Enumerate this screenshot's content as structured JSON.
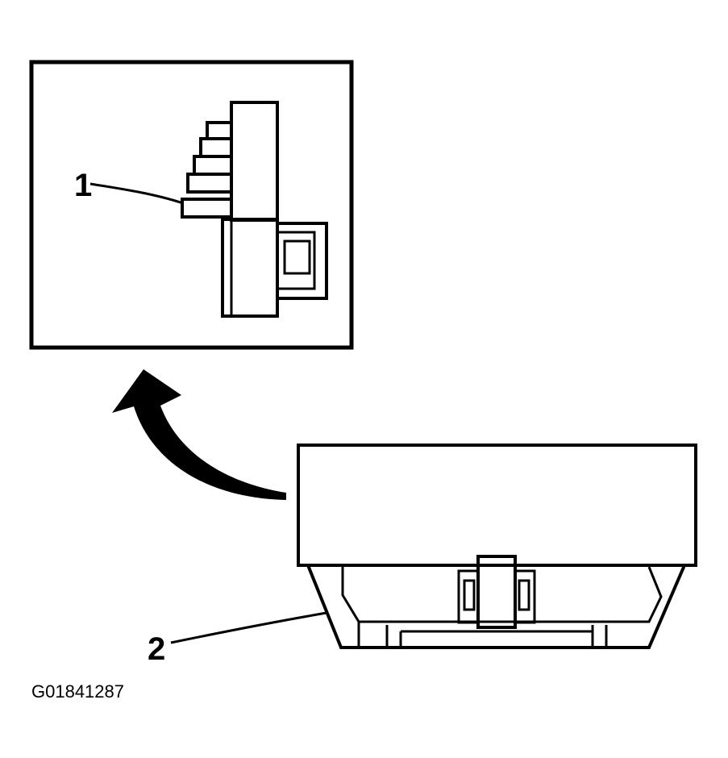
{
  "callouts": {
    "c1": "1",
    "c2": "2"
  },
  "figure_id": "G01841287",
  "colors": {
    "ink": "#000000",
    "paper": "#ffffff"
  }
}
